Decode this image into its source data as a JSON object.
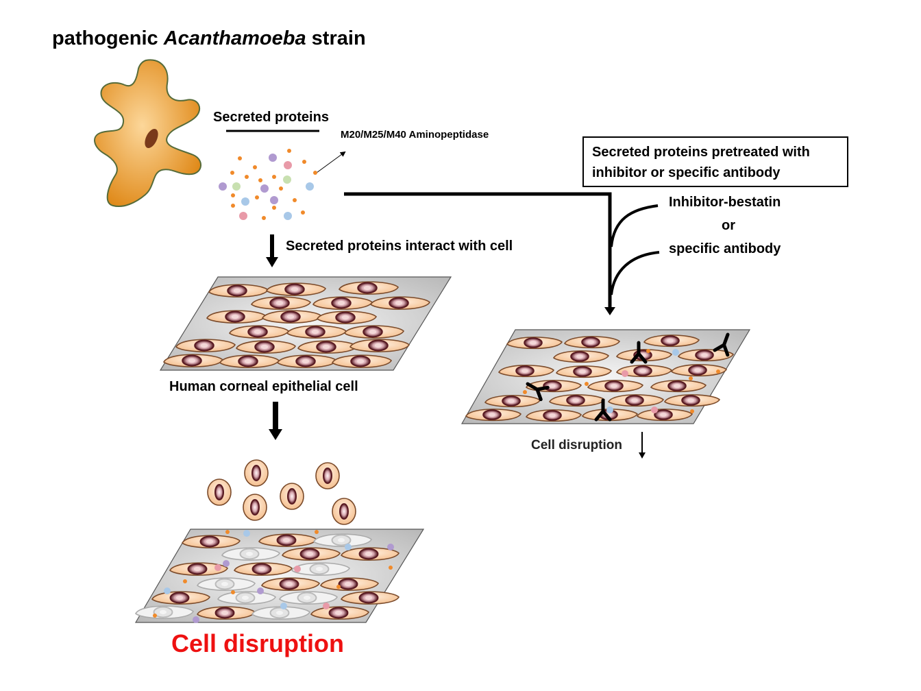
{
  "title": {
    "prefix": "pathogenic ",
    "italic": "Acanthamoeba",
    "suffix": " strain"
  },
  "labels": {
    "secreted_proteins": "Secreted proteins",
    "aminopeptidase": "M20/M25/M40 Aminopeptidase",
    "interact": "Secreted proteins interact with cell",
    "corneal": "Human corneal epithelial cell",
    "pretreated_line1": "Secreted proteins pretreated with",
    "pretreated_line2": "inhibitor or specific antibody",
    "inhibitor": "Inhibitor-bestatin",
    "or": "or",
    "antibody": "specific antibody",
    "disruption_small": "Cell disruption",
    "disruption_big": "Cell disruption"
  },
  "colors": {
    "cell_fill": "#f8cfa8",
    "cell_stroke": "#7a4a2a",
    "nucleus": "#5a1a22",
    "dead_cell": "#f2f2f2",
    "amoeba": "#f0a83a",
    "plate": "#d8d8d8",
    "protein_orange": "#f08a2a",
    "protein_purple": "#b09ad0",
    "protein_blue": "#a8c8e8",
    "protein_pink": "#e89aa8",
    "protein_green": "#c8e0b0",
    "red_title": "#ee1111"
  },
  "icons": [
    "amoeba-icon",
    "antibody-icon",
    "arrow-down-icon",
    "protein-dot-icon"
  ]
}
